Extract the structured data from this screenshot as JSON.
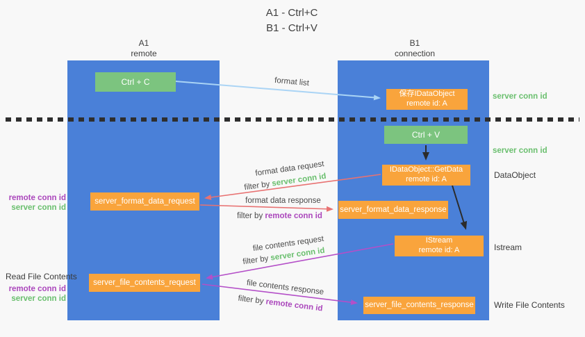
{
  "title": {
    "line1": "A1 - Ctrl+C",
    "line2": "B1 - Ctrl+V"
  },
  "lanes": {
    "left": {
      "title": "A1",
      "subtitle": "remote"
    },
    "right": {
      "title": "B1",
      "subtitle": "connection"
    }
  },
  "boxes": {
    "ctrl_c": "Ctrl + C",
    "ctrl_v": "Ctrl + V",
    "save_line1": "保存IDataObject",
    "save_line2": "remote id: A",
    "getdata_line1": "IDataObject::GetData",
    "getdata_line2": "remote id: A",
    "istream_line1": "IStream",
    "istream_line2": "remote id: A",
    "format_request": "server_format_data_request",
    "format_response": "server_format_data_response",
    "file_request": "server_file_contents_request",
    "file_response": "server_file_contents_response"
  },
  "labels": {
    "format_list": "format list",
    "format_data_request": "format data request",
    "format_data_response": "format data response",
    "file_contents_request": "file contents request",
    "file_contents_response": "file contents response",
    "filter_by": "filter by",
    "server_conn_id": "server conn id",
    "remote_conn_id": "remote conn id",
    "dataobject": "DataObject",
    "istream": "Istream",
    "read_file": "Read File Contents",
    "write_file": "Write File Contents"
  },
  "colors": {
    "lane_blue": "#4a80d8",
    "box_green": "#7cc47f",
    "box_orange": "#f9a43c",
    "arrow_lightblue": "#aad4f5",
    "arrow_red": "#e87272",
    "arrow_purple": "#b44fc8",
    "arrow_black": "#2b2b2b",
    "text_green": "#6abf6e",
    "text_purple": "#ab47bc",
    "background": "#f8f8f8"
  }
}
